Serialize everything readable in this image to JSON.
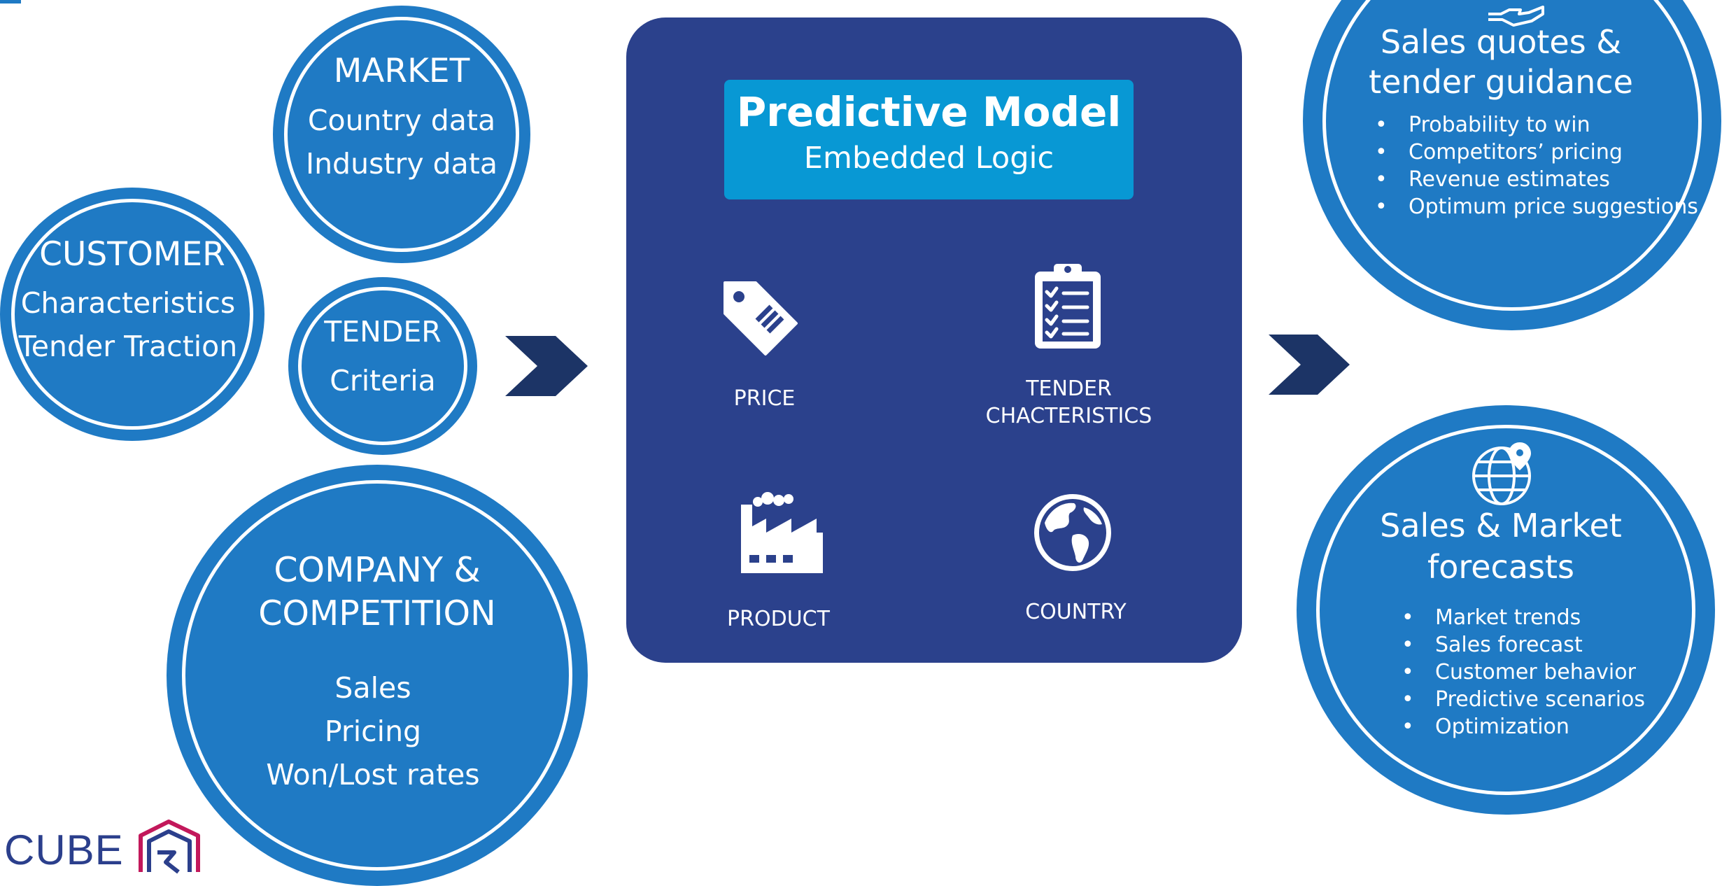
{
  "inputs": {
    "market": {
      "title": "MARKET",
      "lines": [
        "Country data",
        "Industry data"
      ]
    },
    "customer": {
      "title": "CUSTOMER",
      "lines": [
        "Characteristics",
        "Tender Traction"
      ]
    },
    "tender": {
      "title": "TENDER",
      "lines": [
        "Criteria"
      ]
    },
    "company": {
      "title": [
        "COMPANY &",
        "COMPETITION"
      ],
      "lines": [
        "Sales",
        "Pricing",
        "Won/Lost rates"
      ]
    }
  },
  "model": {
    "title": "Predictive Model",
    "subtitle": "Embedded Logic",
    "factors": {
      "price": {
        "label": "PRICE",
        "icon": "price-tag-icon"
      },
      "tender": {
        "label": [
          "TENDER",
          "CHACTERISTICS"
        ],
        "icon": "clipboard-checklist-icon"
      },
      "product": {
        "label": "PRODUCT",
        "icon": "factory-icon"
      },
      "country": {
        "label": "COUNTRY",
        "icon": "globe-icon"
      }
    }
  },
  "outputs": {
    "quotes": {
      "title": [
        "Sales quotes &",
        "tender guidance"
      ],
      "icon": "hand-icon",
      "items": [
        "Probability to win",
        "Competitors’ pricing",
        "Revenue estimates",
        "Optimum price suggestions"
      ]
    },
    "forecasts": {
      "title": [
        "Sales & Market",
        "forecasts"
      ],
      "icon": "globe-pin-icon",
      "items": [
        "Market trends",
        "Sales forecast",
        "Customer behavior",
        "Predictive scenarios",
        "Optimization"
      ]
    }
  },
  "logo": {
    "text": "CUBE"
  },
  "colors": {
    "circle": "#1f7ac4",
    "panel": "#2b418c",
    "banner": "#0898d4",
    "arrow": "#1c3466",
    "logo_text": "#2b3f8c",
    "logo_mark": "#c2185b"
  }
}
